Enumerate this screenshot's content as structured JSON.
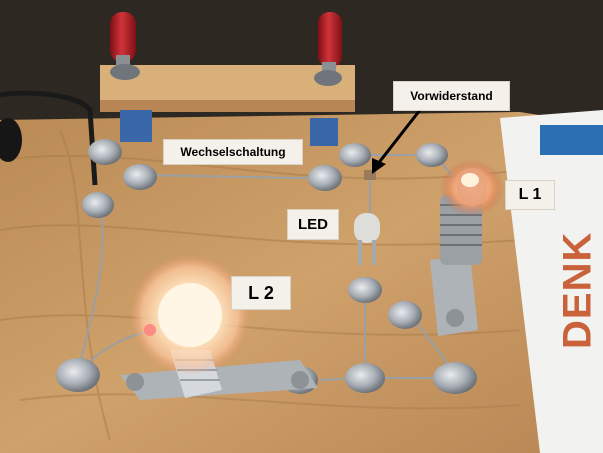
{
  "labels": {
    "vorwiderstand": "Vorwiderstand",
    "wechselschaltung": "Wechselschaltung",
    "led": "LED",
    "l1": "L 1",
    "l2": "L 2"
  },
  "brand_text": "DENK",
  "colors": {
    "board_wood": "#c89a63",
    "label_bg": "#f4f1ea",
    "switch_red": "#b21f24",
    "metal": "#b9bec4",
    "bulb_glow": "#fff1d6",
    "brand": "#c9623a"
  }
}
